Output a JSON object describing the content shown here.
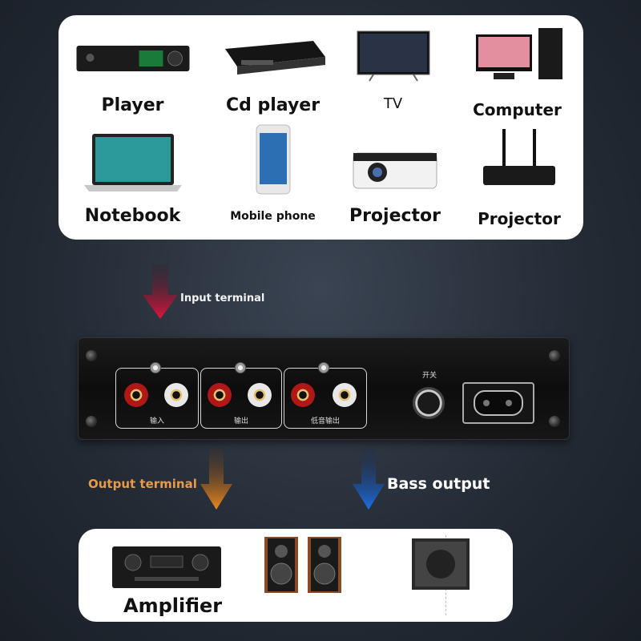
{
  "sources": {
    "devices": [
      {
        "label": "Player"
      },
      {
        "label": "Cd player"
      },
      {
        "label": "TV"
      },
      {
        "label": "Computer"
      },
      {
        "label": "Notebook"
      },
      {
        "label": "Mobile phone"
      },
      {
        "label": "Projector"
      },
      {
        "label": "Projector"
      }
    ]
  },
  "flow": {
    "input_label": "Input terminal",
    "output_label": "Output terminal",
    "bass_label": "Bass output",
    "colors": {
      "input": "#e0143c",
      "output": "#f08a1e",
      "bass": "#1e6fe6",
      "output_text": "#e89a4a"
    }
  },
  "panel": {
    "groups": [
      {
        "label": "输入"
      },
      {
        "label": "输出"
      },
      {
        "label": "低音输出"
      }
    ],
    "switch_label": "开关"
  },
  "outputs": {
    "amplifier_label": "Amplifier"
  }
}
